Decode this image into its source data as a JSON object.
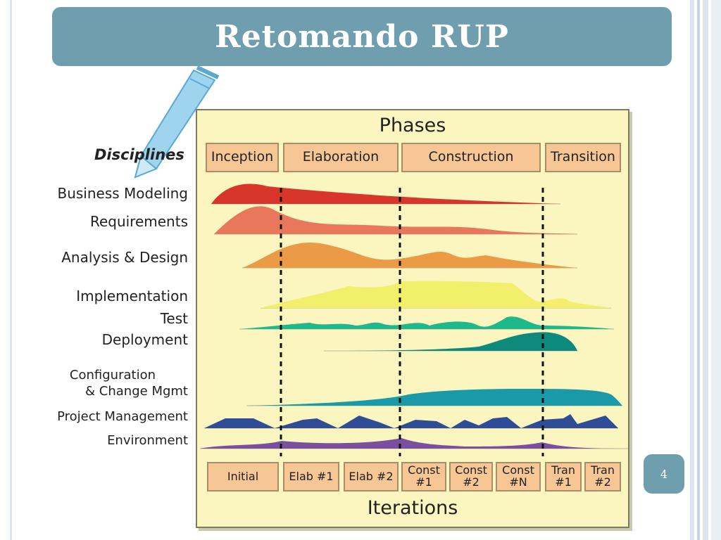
{
  "slide": {
    "title": "Retomando RUP",
    "page_number": "4"
  },
  "diagram": {
    "phases_heading": "Phases",
    "phases": [
      "Inception",
      "Elaboration",
      "Construction",
      "Transition"
    ],
    "disciplines_heading": "Disciplines",
    "disciplines": [
      "Business Modeling",
      "Requirements",
      "Analysis & Design",
      "Implementation",
      "Test",
      "Deployment",
      "Configuration",
      "& Change Mgmt",
      "Project Management",
      "Environment"
    ],
    "iterations_heading": "Iterations",
    "iterations": [
      [
        "Initial"
      ],
      [
        "Elab #1"
      ],
      [
        "Elab #2"
      ],
      [
        "Const",
        "#1"
      ],
      [
        "Const",
        "#2"
      ],
      [
        "Const",
        "#N"
      ],
      [
        "Tran",
        "#1"
      ],
      [
        "Tran",
        "#2"
      ]
    ]
  },
  "colors": {
    "accent": "#6f9fae",
    "panel_bg": "#fbf6c0",
    "box_fill": "#f6c794",
    "business_modeling": "#d8362a",
    "requirements": "#e8775c",
    "analysis_design": "#eb9a46",
    "implementation": "#f2ef6a",
    "test": "#1fb88a",
    "deployment": "#0e8a7c",
    "configuration": "#1a9aa8",
    "project_management": "#2e4d96",
    "environment": "#7a4fa0"
  }
}
